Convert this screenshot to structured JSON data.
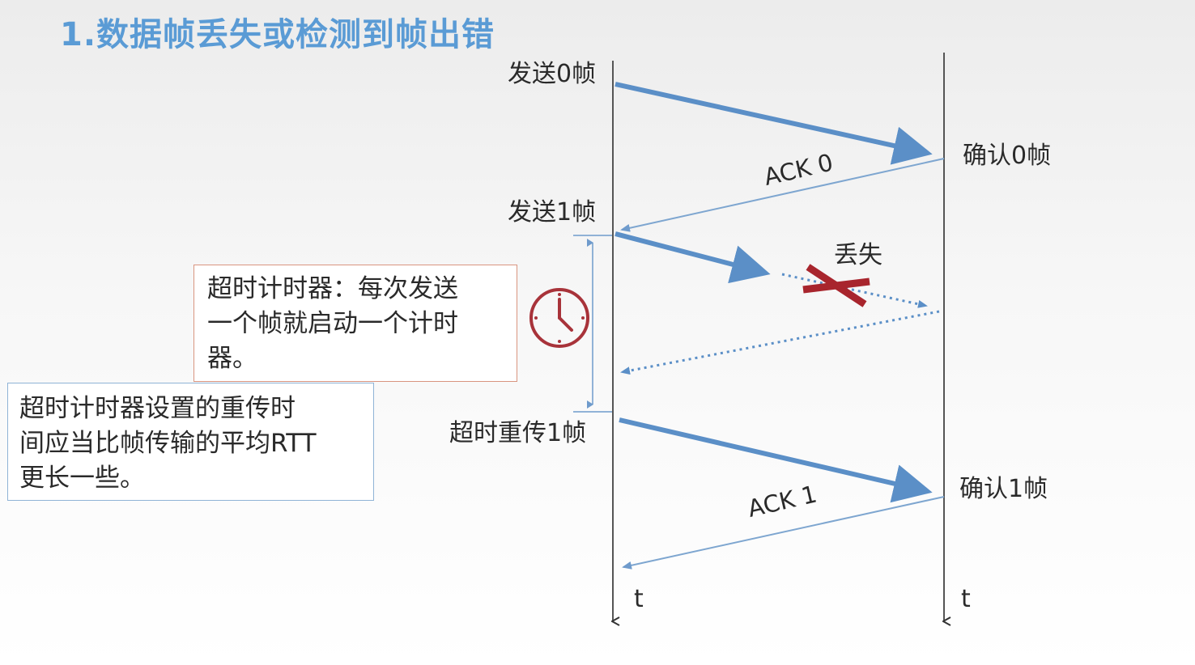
{
  "title": "1.数据帧丢失或检测到帧出错",
  "sender": {
    "send_frame_0": "发送0帧",
    "send_frame_1": "发送1帧",
    "retransmit_frame_1": "超时重传1帧",
    "time_axis_label": "t"
  },
  "receiver": {
    "confirm_frame_0": "确认0帧",
    "confirm_frame_1": "确认1帧",
    "time_axis_label": "t"
  },
  "messages": {
    "ack_0": "ACK 0",
    "ack_1": "ACK 1",
    "lost_label": "丢失"
  },
  "notes": {
    "timer_note": {
      "line1": "超时计时器：每次发送",
      "line2": "一个帧就启动一个计时",
      "line3": "器。"
    },
    "rtt_note": {
      "line1": "超时计时器设置的重传时",
      "line2": "间应当比帧传输的平均RTT",
      "line3": "更长一些。"
    }
  },
  "colors": {
    "title": "#5a9bd5",
    "frame_arrow": "#5b8fc7",
    "ack_line": "#7ea6d0",
    "timeline": "#555555",
    "lost_cross": "#a8252d",
    "clock": "#a8333a",
    "timer_note_border": "#d99580",
    "rtt_note_border": "#8fb3d6"
  },
  "icons": {
    "clock": "clock-icon",
    "lost": "cross-icon"
  }
}
